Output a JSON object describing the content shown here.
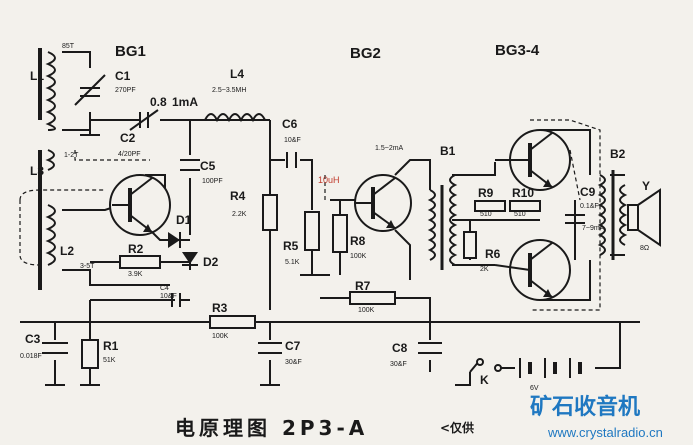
{
  "sections": {
    "bg1": "BG1",
    "bg2": "BG2",
    "bg34": "BG3-4"
  },
  "components": {
    "l1": {
      "name": "L1",
      "spec": "85T"
    },
    "l2": {
      "name": "L2",
      "spec": "3-5T"
    },
    "l3": {
      "name": "L3",
      "spec": "1-2T"
    },
    "c1": {
      "name": "C1",
      "value": "270PF"
    },
    "c2": {
      "name": "C2",
      "value": "4/20PF"
    },
    "c3": {
      "name": "C3",
      "value": "0.018F"
    },
    "c4": {
      "name": "C4",
      "value": "10&F"
    },
    "c5": {
      "name": "C5",
      "value": "100PF"
    },
    "c6": {
      "name": "C6",
      "value": "10&F"
    },
    "c7": {
      "name": "C7",
      "value": "30&F"
    },
    "c8": {
      "name": "C8",
      "value": "30&F"
    },
    "c9": {
      "name": "C9",
      "value": "0.1&F"
    },
    "l4": {
      "name": "L4",
      "value": "2.5~3.5MH"
    },
    "r1": {
      "name": "R1",
      "value": "51K"
    },
    "r2": {
      "name": "R2",
      "value": "3.9K"
    },
    "r3": {
      "name": "R3",
      "value": "100K"
    },
    "r4": {
      "name": "R4",
      "value": "2.2K"
    },
    "r5": {
      "name": "R5",
      "value": "5.1K"
    },
    "r6": {
      "name": "R6",
      "value": "2K"
    },
    "r7": {
      "name": "R7",
      "value": "100K"
    },
    "r8": {
      "name": "R8",
      "value": "100K"
    },
    "r9": {
      "name": "R9",
      "value": "510"
    },
    "r10": {
      "name": "R10",
      "value": "510"
    },
    "d1": "D1",
    "d2": "D2",
    "b1": "B1",
    "b2": "B2",
    "speaker": {
      "name": "Y",
      "value": "8Ω"
    },
    "switch": "K",
    "battery": "6V"
  },
  "annotations": {
    "current_bg1": "0.8",
    "current_1ma": "1mA",
    "current_bg2": "1.5~2mA",
    "current_out": "7~9mA",
    "handwritten": "10uH"
  },
  "title": "电原理图 2P3-A",
  "note": "<仅供",
  "watermark": {
    "name": "矿石收音机",
    "url": "www.crystalradio.cn"
  }
}
